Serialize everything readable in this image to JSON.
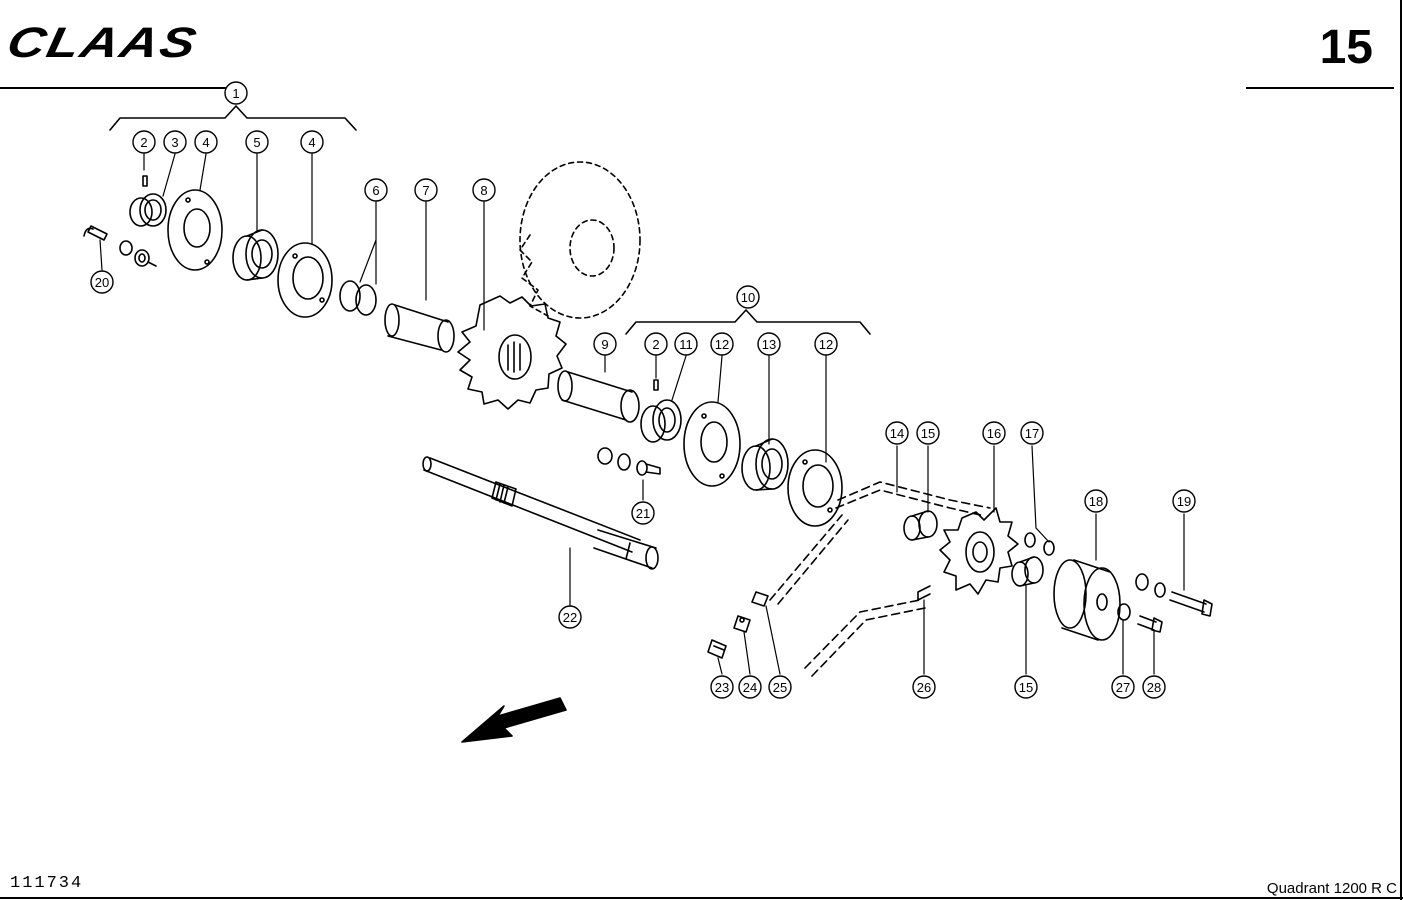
{
  "header": {
    "brand": "CLAAS",
    "page_number": "15"
  },
  "footer": {
    "drawing_number": "111734",
    "model": "Quadrant  1200 R C"
  },
  "callouts": [
    {
      "id": "c1",
      "label": "1"
    },
    {
      "id": "c2a",
      "label": "2"
    },
    {
      "id": "c3",
      "label": "3"
    },
    {
      "id": "c4a",
      "label": "4"
    },
    {
      "id": "c5",
      "label": "5"
    },
    {
      "id": "c4b",
      "label": "4"
    },
    {
      "id": "c6",
      "label": "6"
    },
    {
      "id": "c7",
      "label": "7"
    },
    {
      "id": "c8",
      "label": "8"
    },
    {
      "id": "c20",
      "label": "20"
    },
    {
      "id": "c10",
      "label": "10"
    },
    {
      "id": "c9",
      "label": "9"
    },
    {
      "id": "c2b",
      "label": "2"
    },
    {
      "id": "c11",
      "label": "11"
    },
    {
      "id": "c12a",
      "label": "12"
    },
    {
      "id": "c13",
      "label": "13"
    },
    {
      "id": "c12b",
      "label": "12"
    },
    {
      "id": "c21",
      "label": "21"
    },
    {
      "id": "c22",
      "label": "22"
    },
    {
      "id": "c14",
      "label": "14"
    },
    {
      "id": "c15a",
      "label": "15"
    },
    {
      "id": "c16",
      "label": "16"
    },
    {
      "id": "c17",
      "label": "17"
    },
    {
      "id": "c18",
      "label": "18"
    },
    {
      "id": "c19",
      "label": "19"
    },
    {
      "id": "c23",
      "label": "23"
    },
    {
      "id": "c24",
      "label": "24"
    },
    {
      "id": "c25",
      "label": "25"
    },
    {
      "id": "c26",
      "label": "26"
    },
    {
      "id": "c15b",
      "label": "15"
    },
    {
      "id": "c27",
      "label": "27"
    },
    {
      "id": "c28",
      "label": "28"
    }
  ]
}
